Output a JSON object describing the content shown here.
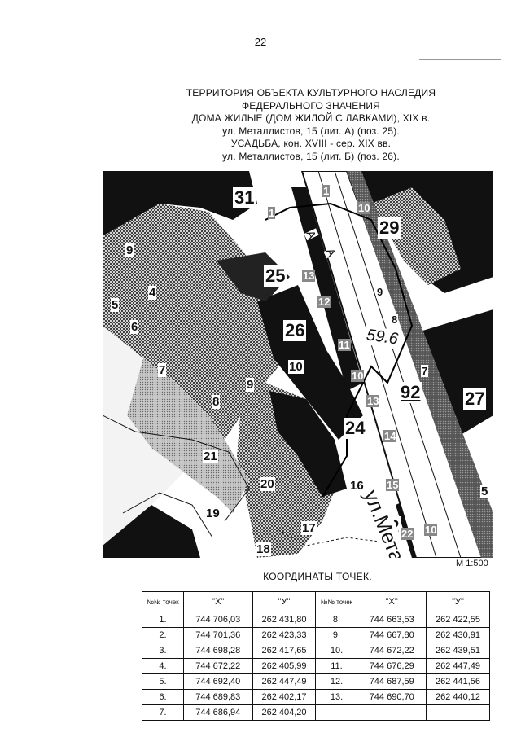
{
  "page_number": "22",
  "heading": {
    "line1": "ТЕРРИТОРИЯ ОБЪЕКТА КУЛЬТУРНОГО НАСЛЕДИЯ",
    "line2": "ФЕДЕРАЛЬНОГО ЗНАЧЕНИЯ",
    "line3": "ДОМА ЖИЛЫЕ (ДОМ ЖИЛОЙ С ЛАВКАМИ),  XIX в.",
    "line4": "ул. Металлистов,  15  (лит. А)  (поз. 25).",
    "line5": "УСАДЬБА,  кон. XVIII - сер. XIX вв.",
    "line6": "ул. Металлистов, 15  (лит. Б)  (поз. 26)."
  },
  "map": {
    "street_label": "ул.Металли",
    "area_label": "59.6",
    "building_numbers": [
      "31",
      "29",
      "25",
      "26",
      "92",
      "27",
      "24",
      "22"
    ],
    "point_labels_white": [
      "9",
      "5",
      "4",
      "6",
      "7",
      "8",
      "9",
      "21",
      "20",
      "19",
      "18",
      "5",
      "16",
      "17",
      "10"
    ],
    "point_labels_grey": [
      "1",
      "10",
      "13",
      "12",
      "11",
      "10",
      "13",
      "14",
      "15",
      "22",
      "10",
      "9",
      "8",
      "7",
      "1"
    ],
    "letters": [
      "А",
      "А"
    ]
  },
  "scale": "М  1:500",
  "coord_title": "КООРДИНАТЫ  ТОЧЕК.",
  "table": {
    "headers": {
      "no": "№№ точек",
      "x": "\"X\"",
      "y": "\"У\""
    },
    "left": [
      {
        "no": "1.",
        "x": "744 706,03",
        "y": "262 431,80"
      },
      {
        "no": "2.",
        "x": "744 701,36",
        "y": "262 423,33"
      },
      {
        "no": "3.",
        "x": "744 698,28",
        "y": "262 417,65"
      },
      {
        "no": "4.",
        "x": "744 672,22",
        "y": "262 405,99"
      },
      {
        "no": "5.",
        "x": "744 692,40",
        "y": "262 447,49"
      },
      {
        "no": "6.",
        "x": "744 689,83",
        "y": "262 402,17"
      },
      {
        "no": "7.",
        "x": "744 686,94",
        "y": "262 404,20"
      }
    ],
    "right": [
      {
        "no": "8.",
        "x": "744 663,53",
        "y": "262 422,55"
      },
      {
        "no": "9.",
        "x": "744 667,80",
        "y": "262 430,91"
      },
      {
        "no": "10.",
        "x": "744 672,22",
        "y": "262 439,51"
      },
      {
        "no": "11.",
        "x": "744 676,29",
        "y": "262 447,49"
      },
      {
        "no": "12.",
        "x": "744 687,59",
        "y": "262 441,56"
      },
      {
        "no": "13.",
        "x": "744 690,70",
        "y": "262 440,12"
      },
      {
        "no": "",
        "x": "",
        "y": ""
      }
    ]
  }
}
